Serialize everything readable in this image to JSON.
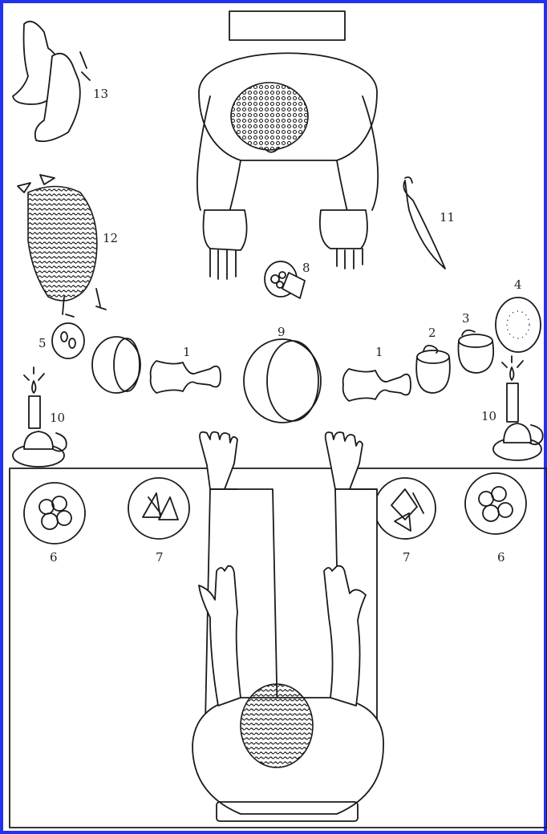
{
  "colors": {
    "frame": "#2233ee",
    "ink": "#1a1a1a",
    "paper": "#ffffff"
  },
  "labels": {
    "hens": "13",
    "guinea_fowl": "12",
    "knife": "11",
    "dish_8": "8",
    "dish_5": "5",
    "cup_2": "2",
    "cup_3": "3",
    "plate_4": "4",
    "bowl_9": "9",
    "vessel_left": "1",
    "vessel_right": "1",
    "candle_left": "10",
    "candle_right": "10",
    "bowl6_left": "6",
    "bowl7_left": "7",
    "bowl7_right": "7",
    "bowl6_right": "6"
  }
}
